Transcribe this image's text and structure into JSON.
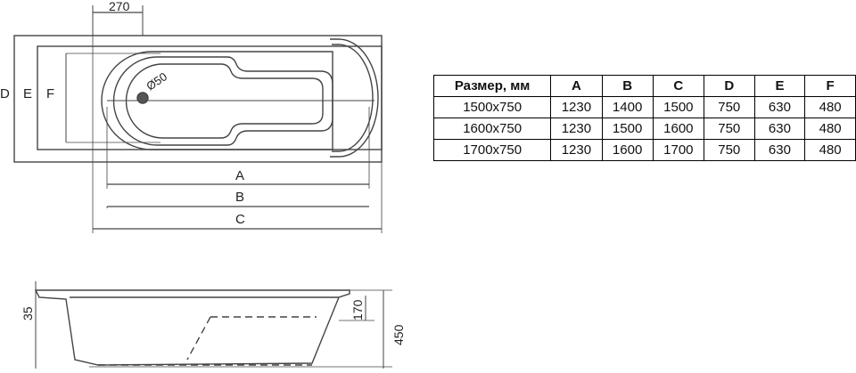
{
  "top_view": {
    "dim_top": "270",
    "dim_hole": "Ø50",
    "letters": {
      "D": "D",
      "E": "E",
      "F": "F",
      "A": "A",
      "B": "B",
      "C": "C"
    }
  },
  "side_view": {
    "dim_35": "35",
    "dim_170": "170",
    "dim_450": "450"
  },
  "table": {
    "headers": [
      "Размер, мм",
      "A",
      "B",
      "C",
      "D",
      "E",
      "F"
    ],
    "rows": [
      [
        "1500x750",
        "1230",
        "1400",
        "1500",
        "750",
        "630",
        "480"
      ],
      [
        "1600x750",
        "1230",
        "1500",
        "1600",
        "750",
        "630",
        "480"
      ],
      [
        "1700x750",
        "1230",
        "1600",
        "1700",
        "750",
        "630",
        "480"
      ]
    ]
  }
}
